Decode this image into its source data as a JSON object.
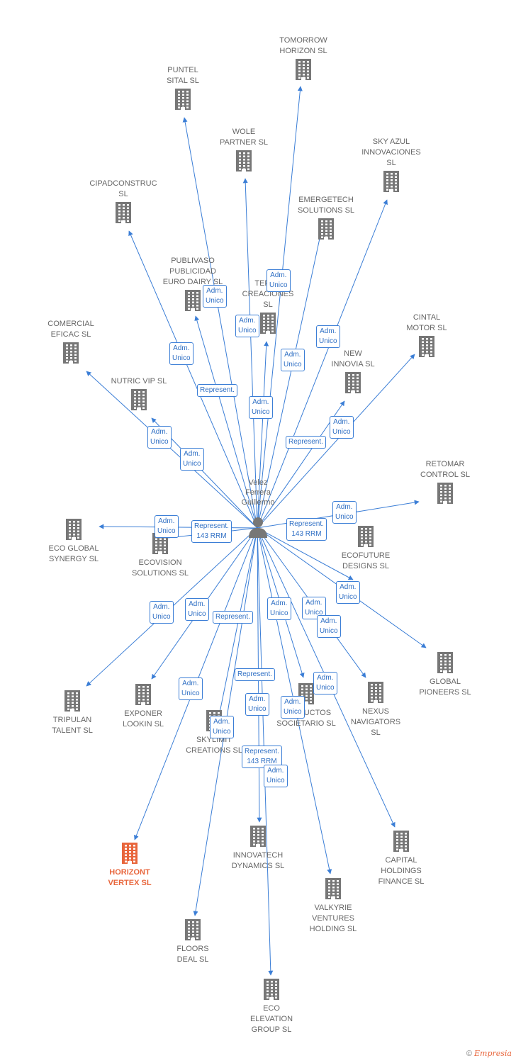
{
  "center": {
    "name": "Velez\nFerrera\nGuillermo",
    "icon": "person-icon"
  },
  "colors": {
    "edge": "#3b7ed6",
    "node": "#777777",
    "highlight": "#e8663c"
  },
  "nodes": [
    {
      "id": "tomorrow",
      "label": "TOMORROW\nHORIZON SL"
    },
    {
      "id": "puntel",
      "label": "PUNTEL\nSITAL SL"
    },
    {
      "id": "wole",
      "label": "WOLE\nPARTNER SL"
    },
    {
      "id": "skyazul",
      "label": "SKY AZUL\nINNOVACIONES\nSL"
    },
    {
      "id": "cipad",
      "label": "CIPADCONSTRUC\nSL"
    },
    {
      "id": "emergetech",
      "label": "EMERGETECH\nSOLUTIONS SL"
    },
    {
      "id": "publivaso",
      "label": "PUBLIVASO\nPUBLICIDAD\nEURO DAIRY SL"
    },
    {
      "id": "terra",
      "label": "TERRA\nCREACIONES\nSL"
    },
    {
      "id": "comercial",
      "label": "COMERCIAL\nEFICAC SL"
    },
    {
      "id": "cintal",
      "label": "CINTAL\nMOTOR SL"
    },
    {
      "id": "newinnovia",
      "label": "NEW\nINNOVIA SL"
    },
    {
      "id": "nutric",
      "label": "NUTRIC VIP SL"
    },
    {
      "id": "retomar",
      "label": "RETOMAR\nCONTROL SL"
    },
    {
      "id": "ecoglobal",
      "label": "ECO GLOBAL\nSYNERGY SL"
    },
    {
      "id": "ecovision",
      "label": "ECOVISION\nSOLUTIONS SL"
    },
    {
      "id": "ecofuture",
      "label": "ECOFUTURE\nDESIGNS SL"
    },
    {
      "id": "global",
      "label": "GLOBAL\nPIONEERS SL"
    },
    {
      "id": "tripulan",
      "label": "TRIPULAN\nTALENT SL"
    },
    {
      "id": "exponer",
      "label": "EXPONER\nLOOKIN SL"
    },
    {
      "id": "productos",
      "label": "PRODUCTOS\nSOCIETARIO SL"
    },
    {
      "id": "nexus",
      "label": "NEXUS\nNAVIGATORS\nSL"
    },
    {
      "id": "skylimit",
      "label": "SKYLIMIT\nCREATIONS SL"
    },
    {
      "id": "horizont",
      "label": "HORIZONT\nVERTEX SL",
      "highlight": true
    },
    {
      "id": "innovatech",
      "label": "INNOVATECH\nDYNAMICS SL"
    },
    {
      "id": "capital",
      "label": "CAPITAL\nHOLDINGS\nFINANCE SL"
    },
    {
      "id": "valkyrie",
      "label": "VALKYRIE\nVENTURES\nHOLDING SL"
    },
    {
      "id": "floors",
      "label": "FLOORS\nDEAL SL"
    },
    {
      "id": "ecoelevation",
      "label": "ECO\nELEVATION\nGROUP SL"
    }
  ],
  "edge_labels": [
    {
      "id": "l1",
      "text": "Adm.\nUnico"
    },
    {
      "id": "l2",
      "text": "Adm.\nUnico"
    },
    {
      "id": "l3",
      "text": "Adm.\nUnico"
    },
    {
      "id": "l4",
      "text": "Adm.\nUnico"
    },
    {
      "id": "l5",
      "text": "Represent."
    },
    {
      "id": "l6",
      "text": "Adm.\nUnico"
    },
    {
      "id": "l7",
      "text": "Adm.\nUnico"
    },
    {
      "id": "l8",
      "text": "Adm.\nUnico"
    },
    {
      "id": "l9",
      "text": "Represent."
    },
    {
      "id": "l10",
      "text": "Adm.\nUnico"
    },
    {
      "id": "l11",
      "text": "Adm.\nUnico"
    },
    {
      "id": "l12",
      "text": "Adm.\nUnico"
    },
    {
      "id": "l13",
      "text": "Adm.\nUnico"
    },
    {
      "id": "l14",
      "text": "Adm.\nUnico"
    },
    {
      "id": "l15",
      "text": "Represent.\n143 RRM"
    },
    {
      "id": "l16",
      "text": "Represent.\n143 RRM"
    },
    {
      "id": "l17",
      "text": "Adm.\nUnico"
    },
    {
      "id": "l18",
      "text": "Adm.\nUnico"
    },
    {
      "id": "l19",
      "text": "Adm.\nUnico"
    },
    {
      "id": "l20",
      "text": "Represent."
    },
    {
      "id": "l21",
      "text": "Adm.\nUnico"
    },
    {
      "id": "l22",
      "text": "Adm.\nUnico"
    },
    {
      "id": "l23",
      "text": "Adm.\nUnico"
    },
    {
      "id": "l24",
      "text": "Represent."
    },
    {
      "id": "l25",
      "text": "Adm.\nUnico"
    },
    {
      "id": "l26",
      "text": "Adm.\nUnico"
    },
    {
      "id": "l27",
      "text": "Adm.\nUnico"
    },
    {
      "id": "l28",
      "text": "Adm.\nUnico"
    },
    {
      "id": "l29",
      "text": "Adm.\nUnico"
    },
    {
      "id": "l30",
      "text": "Represent.\n143 RRM"
    },
    {
      "id": "l31",
      "text": "Adm.\nUnico"
    }
  ],
  "footer": {
    "copyright": "©",
    "brand": "Empresia"
  }
}
